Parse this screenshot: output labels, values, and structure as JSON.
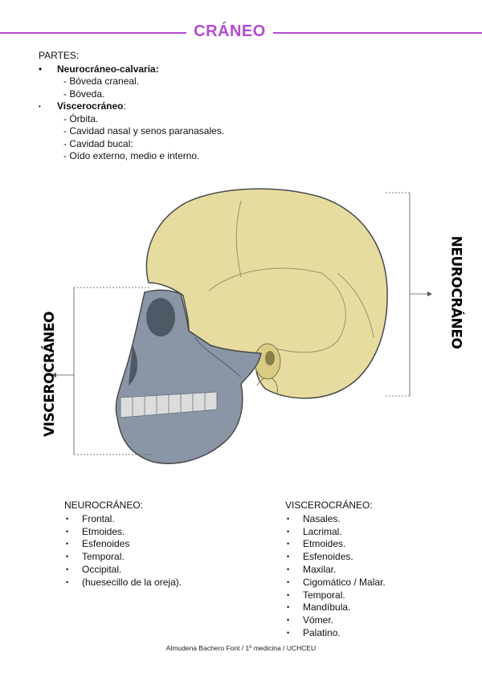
{
  "title": "CRÁNEO",
  "parts": {
    "header": "PARTES:",
    "groups": [
      {
        "label": "Neurocráneo-calvaria:",
        "items": [
          "- Bóveda craneal.",
          "- Bóveda."
        ]
      },
      {
        "label": "Viscerocráneo",
        "suffix": ":",
        "items": [
          "- Órbita.",
          "- Cavidad nasal y senos paranasales.",
          "- Cavidad bucal:",
          "- Oído externo, medio e interno."
        ]
      }
    ]
  },
  "figure": {
    "label_right": "NEUROCRÁNEO",
    "label_left": "VISCEROCRÁNEO",
    "colors": {
      "neuro": "#e7dca0",
      "visc": "#8a96a5",
      "visc_dark": "#5e6977",
      "outline": "#4a4a4a"
    }
  },
  "neuro_list": {
    "header": "NEUROCRÁNEO:",
    "items": [
      "Frontal.",
      "Etmoides.",
      "Esfenoides",
      "Temporal.",
      "Occipital.",
      "(huesecillo de la oreja)."
    ]
  },
  "visc_list": {
    "header": "VISCEROCRÁNEO:",
    "items": [
      "Nasales.",
      "Lacrimal.",
      "Etmoides.",
      "Esfenoides.",
      "Maxilar.",
      "Cigomático / Malar.",
      "Temporal.",
      "Mandíbula.",
      "Vómer.",
      "Palatino."
    ]
  },
  "footer": "Almudena Bachero Font / 1º medicina / UCHCEU"
}
